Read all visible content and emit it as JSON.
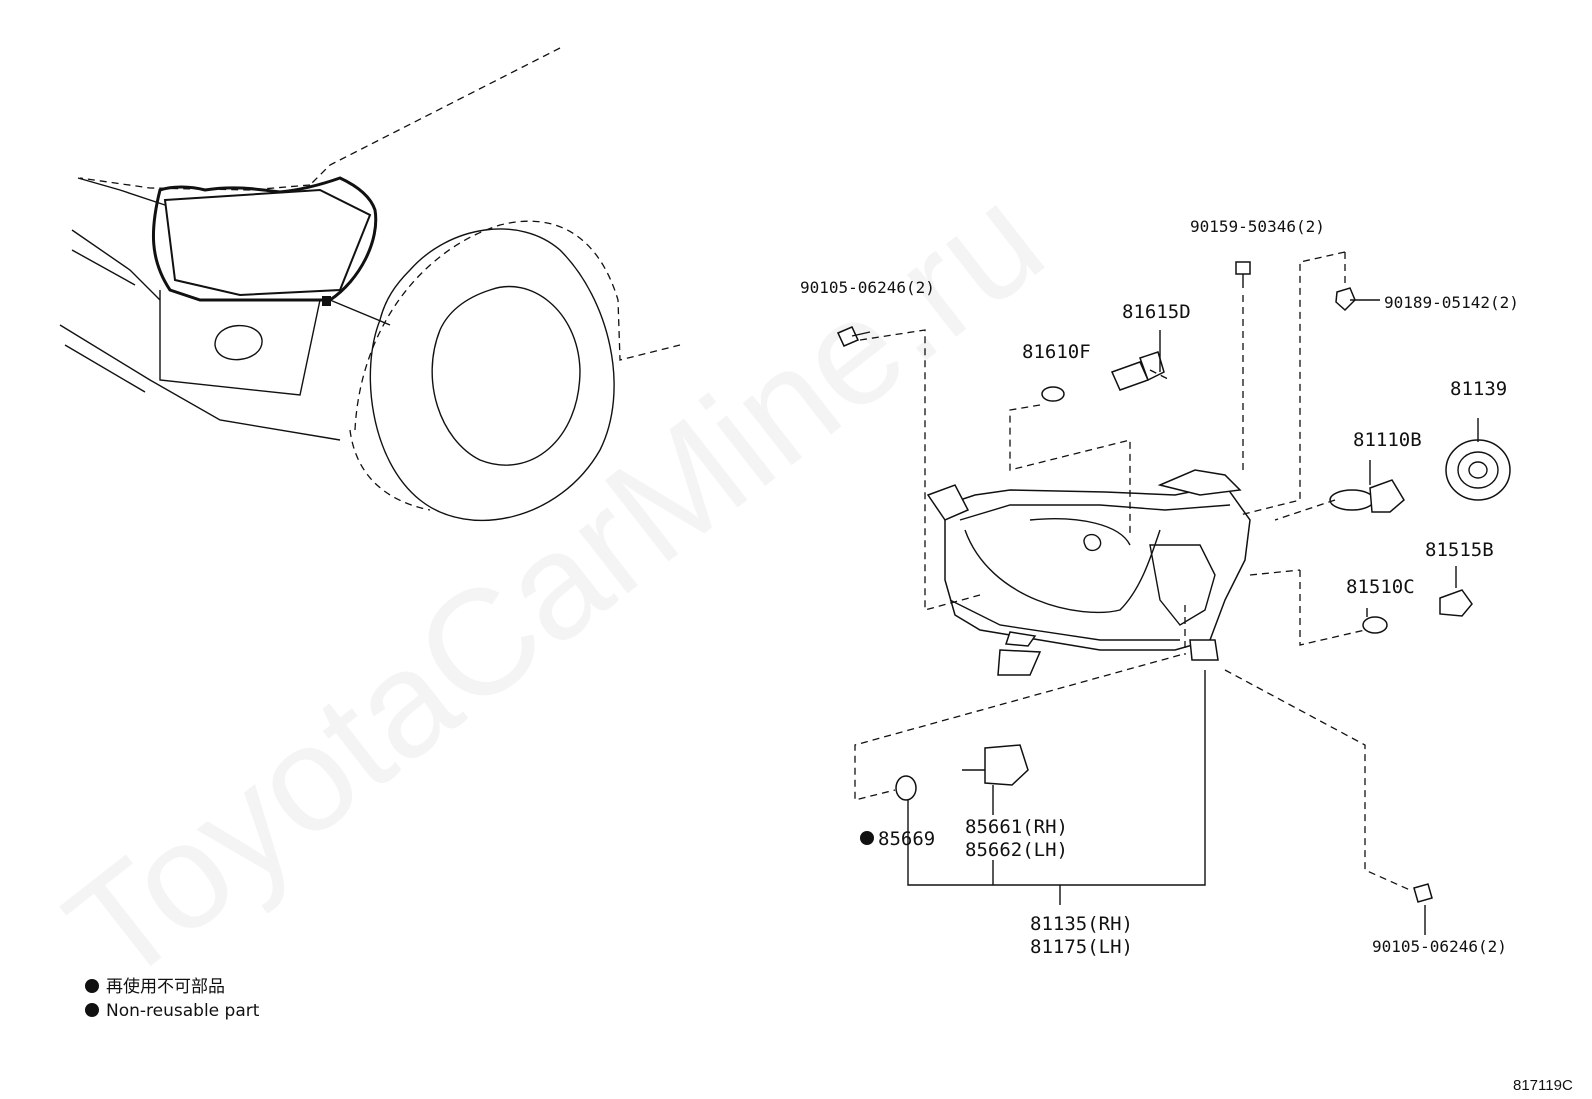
{
  "watermark": "ToyotaCarMine.ru",
  "drawing_id": "817119C",
  "legend": {
    "line1": "再使用不可部品",
    "line2": "Non-reusable part"
  },
  "part_numbers": {
    "screw_left": "90105-06246(2)",
    "screw_top": "90159-50346(2)",
    "clip_right": "90189-05142(2)",
    "bulb_81615d": "81615D",
    "bulb_81610f": "81610F",
    "cover_81139": "81139",
    "bulb_81110b": "81110B",
    "socket_81515b": "81515B",
    "bulb_81510c": "81510C",
    "gasket_85669": "85669",
    "actuator_rh": "85661(RH)",
    "actuator_lh": "85662(LH)",
    "assy_rh": "81135(RH)",
    "assy_lh": "81175(LH)",
    "screw_bottom": "90105-06246(2)"
  }
}
